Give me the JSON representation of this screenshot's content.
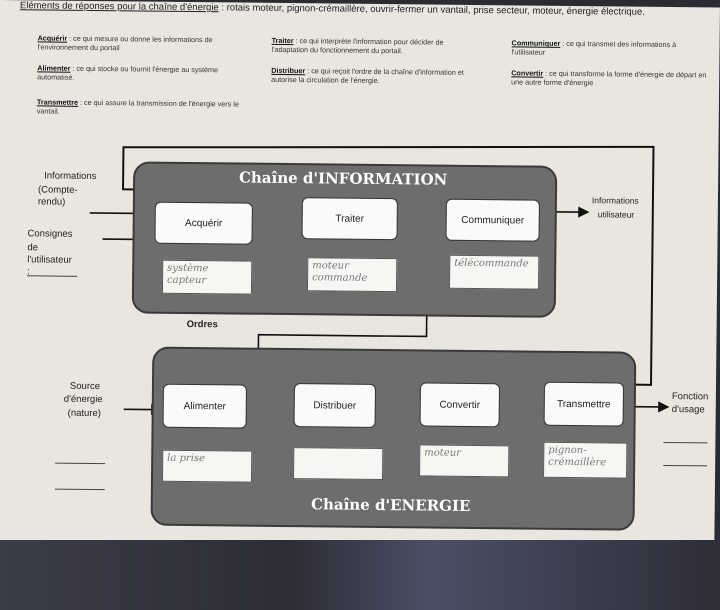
{
  "heading": {
    "underlined": "Eléments de réponses pour la chaîne d'énergie",
    "rest": " : rotais moteur, pignon-crémaillère, ouvrir-fermer un vantail, prise secteur, moteur, énergie électrique."
  },
  "definitions": {
    "acquerir": {
      "term": "Acquérir",
      "text": " : ce qui mesure ou donne les informations de l'environnement du portail"
    },
    "traiter": {
      "term": "Traiter",
      "text": " : ce qui interprète l'information pour décider de l'adaptation du fonctionnement du portail."
    },
    "communiquer": {
      "term": "Communiquer",
      "text": " : ce qui transmet des informations à l'utilisateur"
    },
    "alimenter": {
      "term": "Alimenter",
      "text": " : ce qui stocke ou fournit l'énergie au système automatisé."
    },
    "distribuer": {
      "term": "Distribuer",
      "text": " : ce qui reçoit l'ordre de la chaîne d'information et autorise la circulation de l'énergie."
    },
    "convertir": {
      "term": "Convertir",
      "text": " : ce qui transforme la forme d'énergie de départ en une autre forme d'énergie"
    },
    "transmettre": {
      "term": "Transmettre",
      "text": " : ce qui assure la transmission de l'énergie vers le vantail."
    }
  },
  "info_chain": {
    "title": "Chaîne d'INFORMATION",
    "functions": [
      "Acquérir",
      "Traiter",
      "Communiquer"
    ],
    "answers": [
      "système capteur",
      "moteur commande",
      "télécommande"
    ]
  },
  "energy_chain": {
    "title": "Chaîne d'ENERGIE",
    "functions": [
      "Alimenter",
      "Distribuer",
      "Convertir",
      "Transmettre"
    ],
    "answers": [
      "la prise",
      "",
      "moteur",
      "pignon-crémaillère"
    ]
  },
  "labels": {
    "informations_in": "Informations",
    "compte_rendu": "(Compte-rendu)",
    "consignes": "Consignes",
    "de_utilisateur": "de l'utilisateur :",
    "informations_out": "Informations",
    "utilisateur": "utilisateur",
    "ordres": "Ordres",
    "source": "Source",
    "denergie": "d'énergie",
    "nature": "(nature)",
    "fonction": "Fonction",
    "dusage": "d'usage"
  }
}
